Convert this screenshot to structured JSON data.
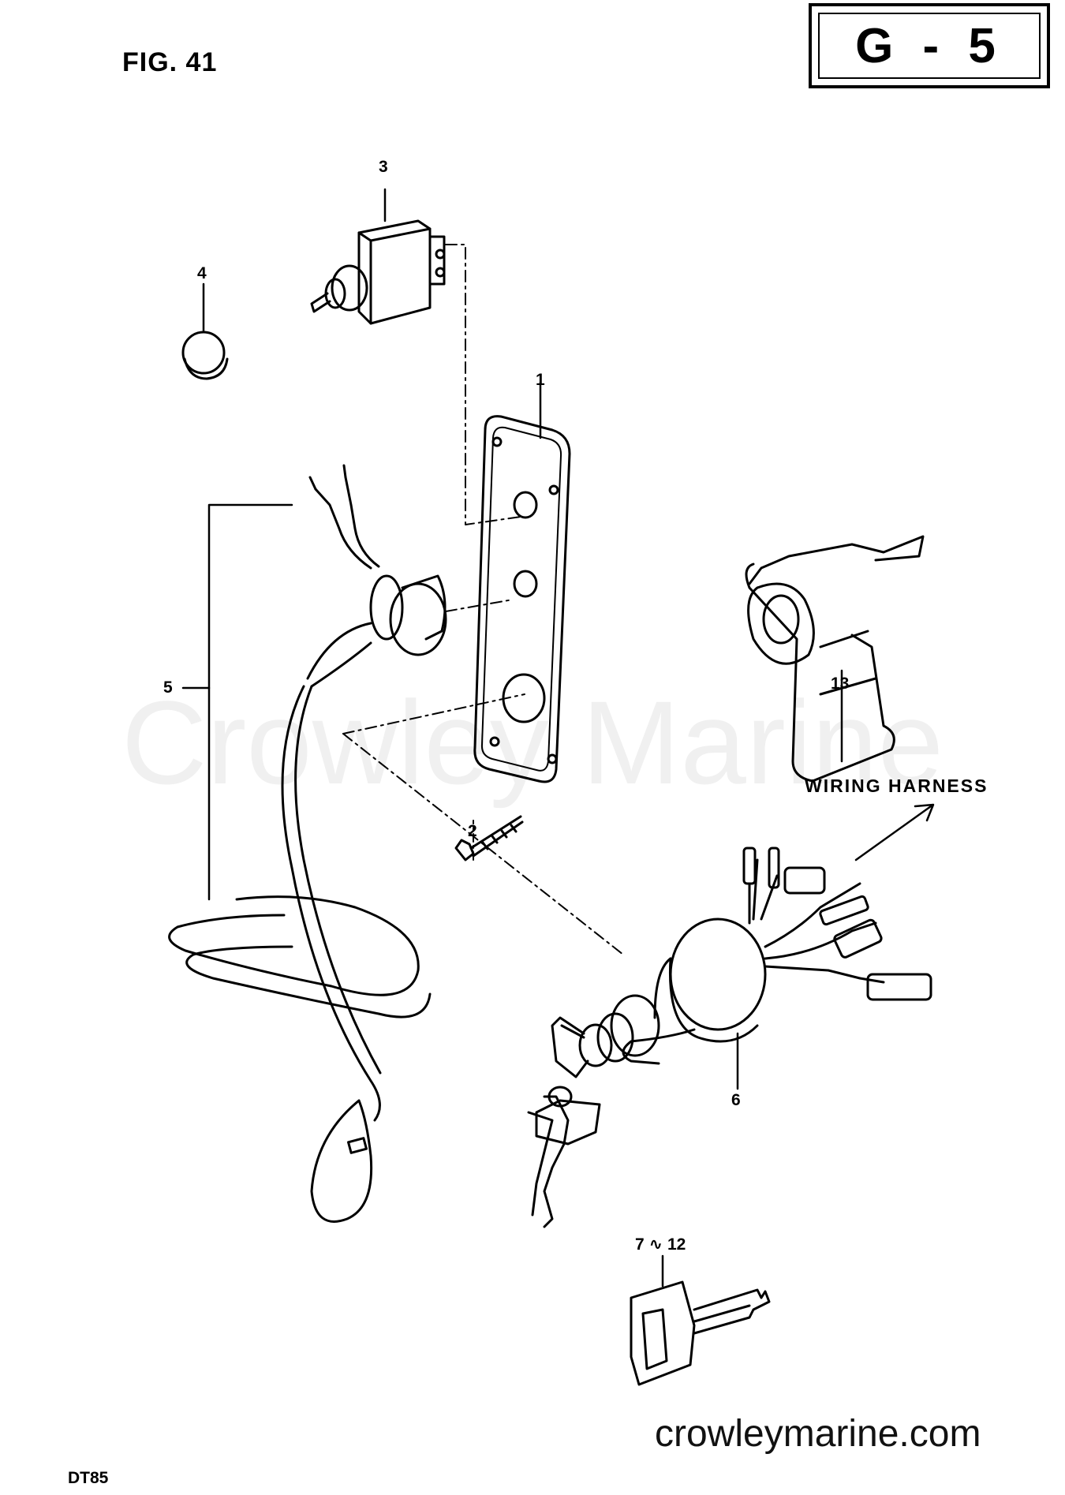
{
  "figure": {
    "title": "FIG. 41",
    "section": "G - 5",
    "model": "DT85"
  },
  "callouts": {
    "c1": "1",
    "c2": "2",
    "c3": "3",
    "c4": "4",
    "c5": "5",
    "c6": "6",
    "c7_12": "7 ∿ 12",
    "c13": "13"
  },
  "annotations": {
    "wiring_harness": "WIRING HARNESS"
  },
  "branding": {
    "watermark": "Crowley Marine",
    "site": "crowleymarine.com"
  }
}
